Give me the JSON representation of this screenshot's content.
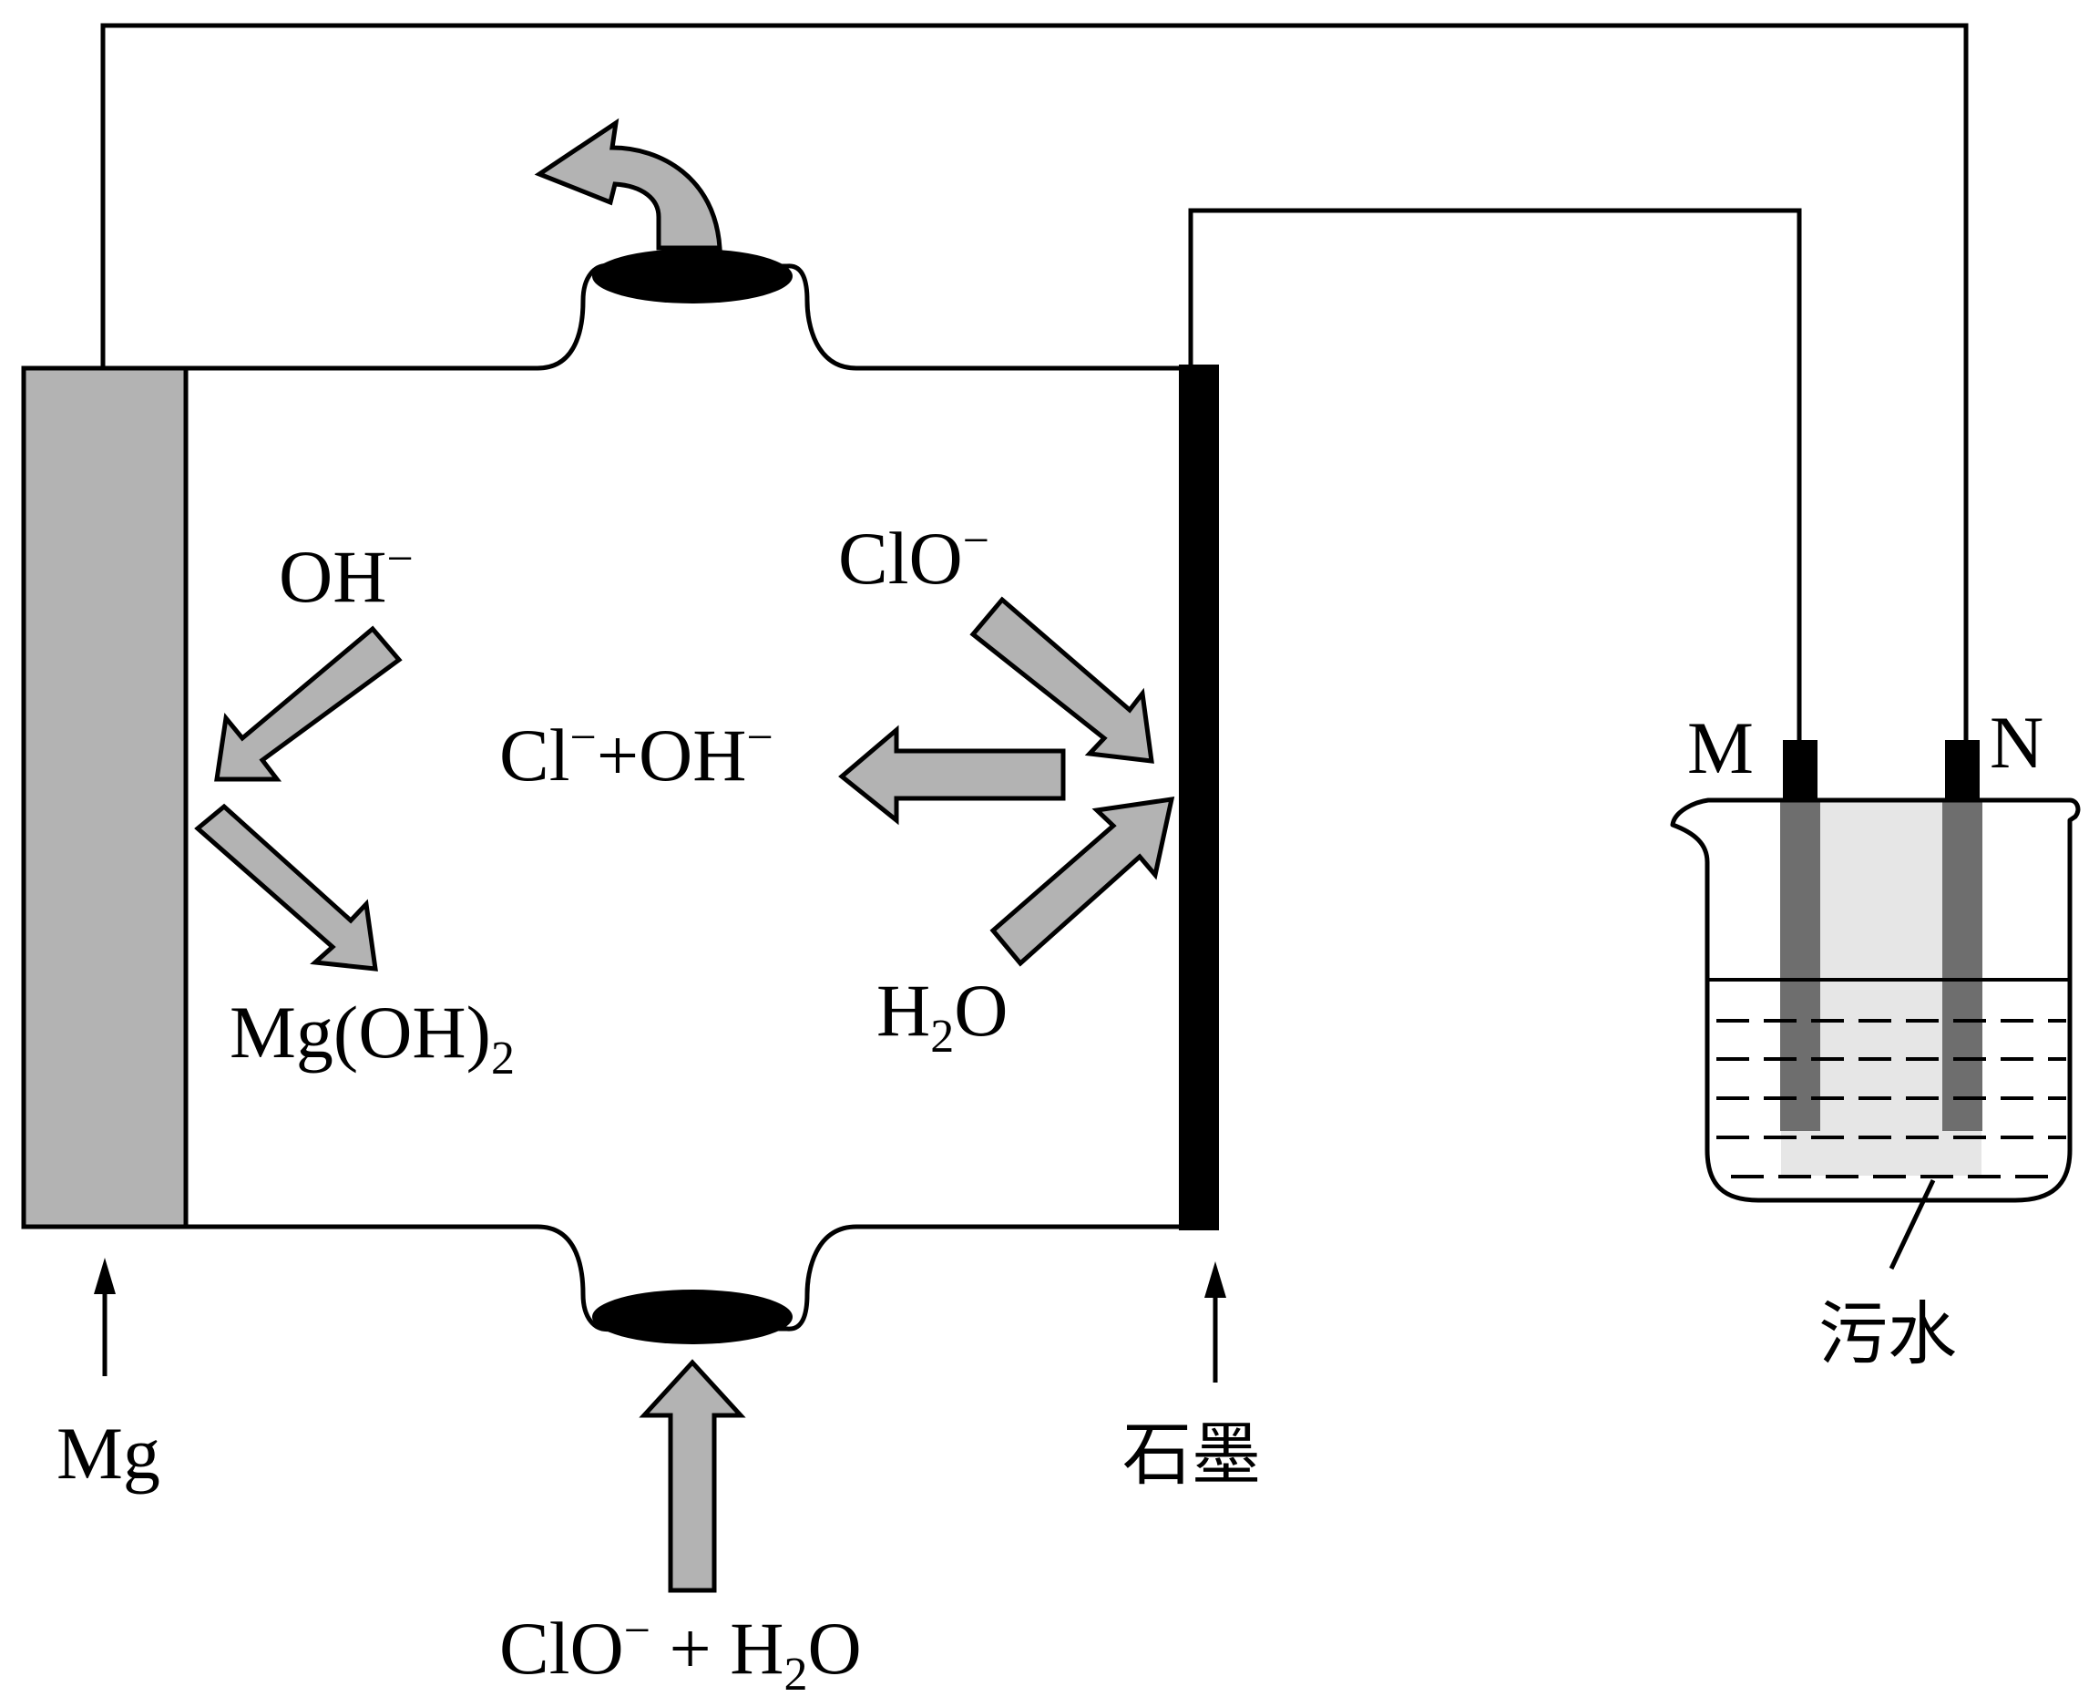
{
  "labels": {
    "mg": "Mg",
    "graphite": "石墨",
    "oh": "OH",
    "oh_charge": "−",
    "mgoh2_main": "Mg(OH)",
    "mgoh2_sub": "2",
    "clo": "ClO",
    "clo_charge": "−",
    "cl": "Cl",
    "cl_charge": "−",
    "plus_oh": "+OH",
    "plus_oh_charge": "−",
    "h2o_h": "H",
    "h2o_sub": "2",
    "h2o_o": "O",
    "inlet_clo": "ClO",
    "inlet_clo_charge": "−",
    "inlet_plus": " + H",
    "inlet_sub": "2",
    "inlet_o": "O",
    "electrode_m": "M",
    "electrode_n": "N",
    "sewage": "污水"
  },
  "colors": {
    "arrow_fill": "#b3b3b3",
    "mg_plate": "#b3b3b3",
    "graphite": "#000000",
    "beaker_electrode": "#6e6e6e",
    "beaker_glow": "#e6e6e6"
  }
}
